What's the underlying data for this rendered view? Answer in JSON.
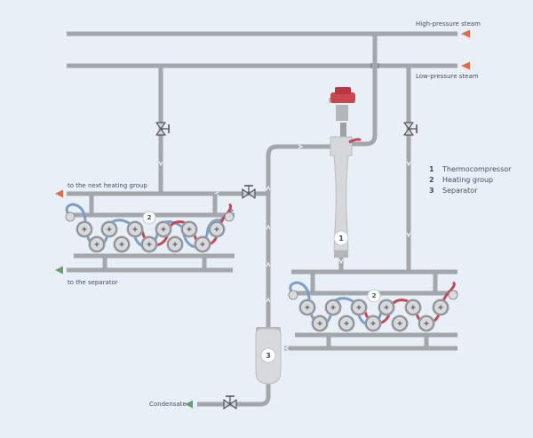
{
  "labels": {
    "high_pressure_steam": "High-pressure steam",
    "low_pressure_steam": "Low-pressure steam",
    "to_next_heating_group": "to the next heating group",
    "to_separator": "to the separator",
    "condensate": "Condensate"
  },
  "legend": [
    {
      "num": "1",
      "text": "Thermocompressor"
    },
    {
      "num": "2",
      "text": "Heating group"
    },
    {
      "num": "3",
      "text": "Separator"
    }
  ],
  "markers": {
    "thermocompressor": "1",
    "heating_group_upper": "2",
    "heating_group_lower": "2",
    "separator": "3"
  },
  "colors": {
    "background": "#e9eff7",
    "pipe": "#a3a7ab",
    "hot": "#c24a55",
    "cold": "#7b9fc9",
    "arrow_orange": "#e2694a",
    "arrow_green": "#6b9c6f",
    "actuator_red": "#c9474f"
  }
}
